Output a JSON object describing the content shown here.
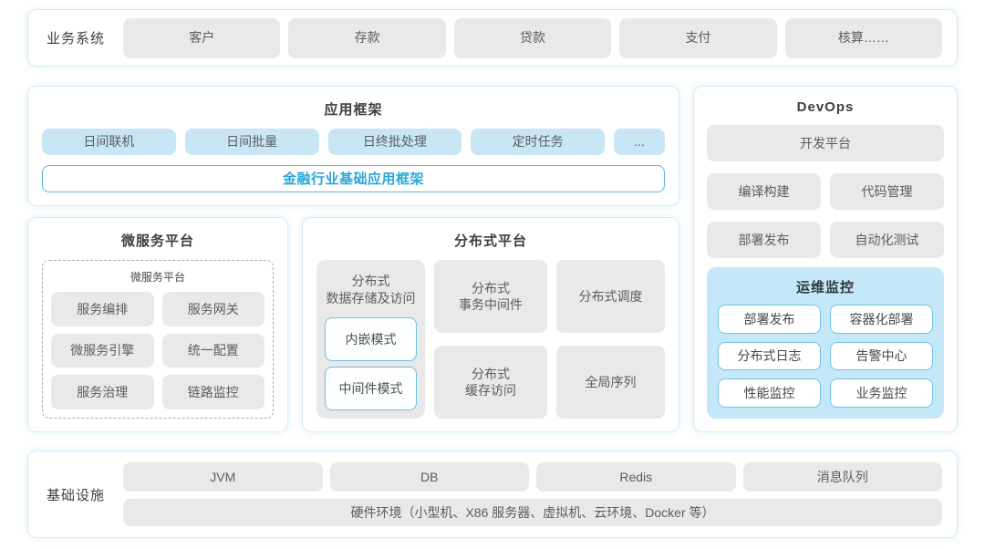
{
  "colors": {
    "accent_blue_text": "#2ba7da",
    "accent_blue_border": "#56b5de",
    "panel_border": "#d5ecf5",
    "box_gray_bg": "#e9e9e9",
    "box_blue_bg": "#c9e6f5",
    "ops_panel_bg": "#c4e8f8",
    "ops_box_border": "#6fc3e8"
  },
  "business_layer": {
    "label": "业务系统",
    "items": [
      "客户",
      "存款",
      "贷款",
      "支付",
      "核算……"
    ]
  },
  "app_framework": {
    "title": "应用框架",
    "items": [
      "日间联机",
      "日间批量",
      "日终批处理",
      "定时任务",
      "..."
    ],
    "base_framework": "金融行业基础应用框架"
  },
  "microservice_platform": {
    "title": "微服务平台",
    "inner_title": "微服务平台",
    "items": [
      "服务编排",
      "服务网关",
      "微服务引擎",
      "统一配置",
      "服务治理",
      "链路监控"
    ]
  },
  "distributed_platform": {
    "title": "分布式平台",
    "storage": {
      "title": "分布式\n数据存储及访问",
      "modes": [
        "内嵌模式",
        "中间件模式"
      ]
    },
    "cells": [
      "分布式\n事务中间件",
      "分布式\n缓存访问",
      "分布式调度",
      "全局序列"
    ]
  },
  "devops": {
    "title": "DevOps",
    "platform": "开发平台",
    "items": [
      "编译构建",
      "代码管理",
      "部署发布",
      "自动化测试"
    ],
    "ops_monitoring": {
      "title": "运维监控",
      "items": [
        "部署发布",
        "容器化部署",
        "分布式日志",
        "告警中心",
        "性能监控",
        "业务监控"
      ]
    }
  },
  "infrastructure": {
    "label": "基础设施",
    "items": [
      "JVM",
      "DB",
      "Redis",
      "消息队列"
    ],
    "hardware": "硬件环境（小型机、X86 服务器、虚拟机、云环境、Docker 等）"
  }
}
